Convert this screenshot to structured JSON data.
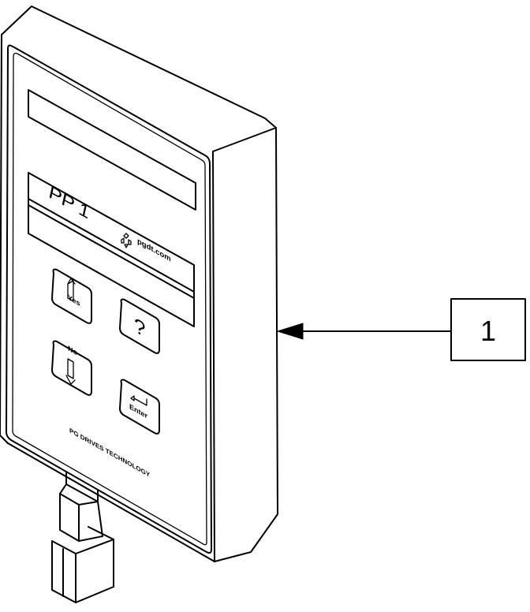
{
  "display": {
    "line1": "",
    "line2": "PP 1"
  },
  "brand": {
    "website": "pgdt.com",
    "manufacturer": "PG DRIVES TECHNOLOGY"
  },
  "keys": {
    "up_label": "Yes",
    "down_label": "No",
    "help_symbol": "?",
    "enter_label": "Enter"
  },
  "callout": {
    "number": "1"
  }
}
